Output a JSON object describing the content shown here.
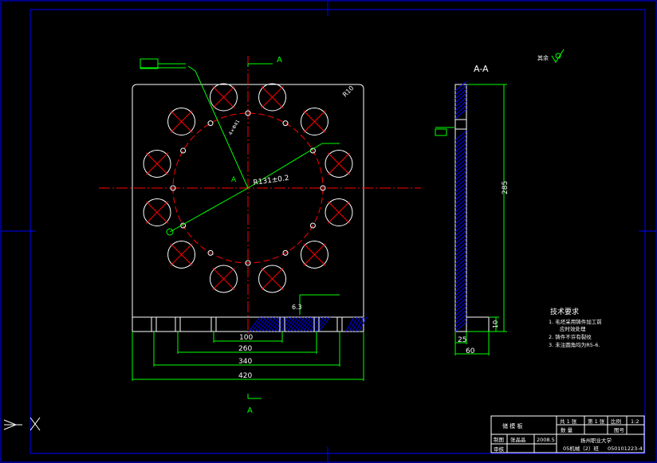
{
  "section_label": "A-A",
  "view_marker": "A",
  "roughness": "其余",
  "dims": {
    "d100": "100",
    "d260": "260",
    "d340": "340",
    "d420": "420",
    "d285": "285",
    "d25": "25",
    "d60": "60",
    "d10": "10",
    "radius": "R131±0.2",
    "corner": "R10",
    "surface": "6.3",
    "d41": "4×Φ41"
  },
  "tech": {
    "title": "技术要求",
    "items": [
      "1. 毛坯采用铸件加工前",
      "应时效处理",
      "2. 铸件不许有裂纹",
      "3. 未注圆角均为R5-6."
    ]
  },
  "title_block": {
    "part_name": "储 模 板",
    "total_sheets": "共 1 张",
    "sheet": "第 1 张",
    "scale_label": "比例",
    "scale": "1:2",
    "qty_label": "数 量",
    "drawing_no_label": "图号",
    "designer_label": "制图",
    "designer": "张晶晶",
    "date": "2008.5",
    "reviewer_label": "审核",
    "school": "扬州职业大学",
    "class": "05机械（2）班",
    "student_no": "050101223-4"
  },
  "colors": {
    "frame": "#0000ff",
    "outline": "#ffffff",
    "center": "#ff0000",
    "dim": "#00ff00",
    "hatch": "#0000ff"
  }
}
